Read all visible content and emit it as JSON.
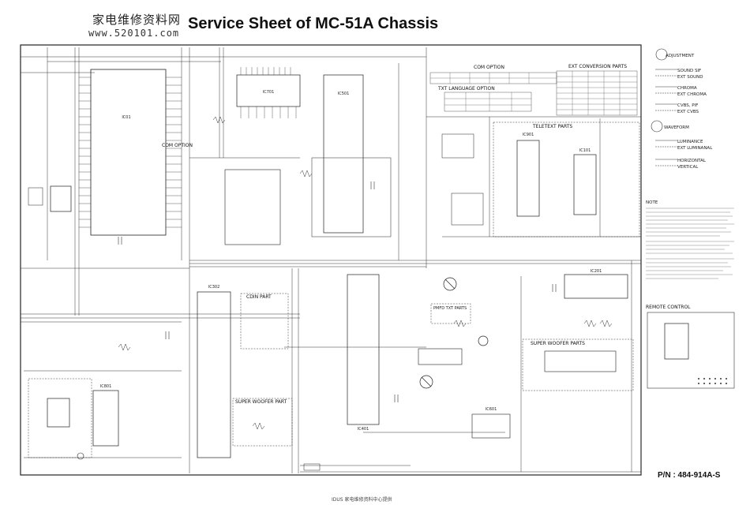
{
  "watermark": {
    "site_name_cn": "家电维修资料网",
    "site_url": "www.520101.com"
  },
  "sheet_title": "Service Sheet of MC-51A Chassis",
  "sections": {
    "com_option": "COM OPTION",
    "ext_conversion": "EXT CONVERSION PARTS",
    "txt_language": "TXT LANGUAGE OPTION",
    "teletext_parts": "TELETEXT PARTS",
    "com_option_2": "COM OPTION",
    "remote_control": "REMOTE CONTROL",
    "super_woofer_parts": "SUPER WOOFER PARTS",
    "super_woofer_part": "SUPER WOOFER PART",
    "pmfd_txt_parts": "PMFD TXT PARTS",
    "cdin_part": "CDIN PART",
    "note": "NOTE"
  },
  "legend": {
    "adjustment": "ADJUSTMENT",
    "adjustment_items": [
      "SOUND SIF",
      "EXT SOUND",
      "CHROMA",
      "EXT CHROMA",
      "CVBS, PIF",
      "EXT CVBS"
    ],
    "waveform": "WAVEFORM",
    "waveform_items": [
      "LUMINANCE",
      "EXT LUMINANAL",
      "HORIZONTAL",
      "VERTICAL"
    ]
  },
  "part_number": "P/N : 484-914A-S",
  "footer_text": "IDUS 家电维修资料中心提供",
  "ics": [
    "IC01",
    "IC701",
    "IC501",
    "IC901",
    "IC101",
    "IC201",
    "IC302",
    "IC401",
    "IC601",
    "IC801"
  ]
}
